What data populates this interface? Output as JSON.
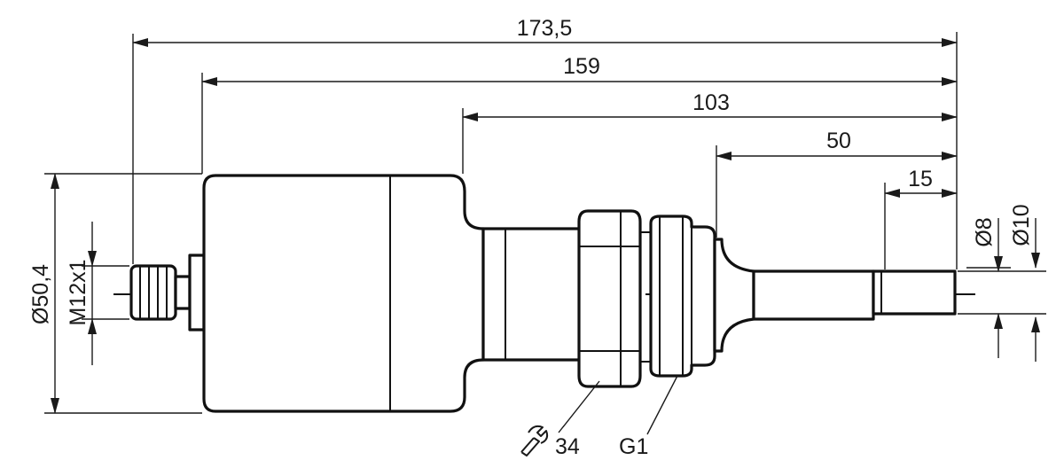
{
  "dimensions": {
    "overall_length": "173,5",
    "length_159": "159",
    "length_103": "103",
    "length_50": "50",
    "tip_length": "15",
    "body_diameter": "Ø50,4",
    "connector_thread": "M12x1",
    "tip_diameter_small": "Ø8",
    "tip_diameter_large": "Ø10"
  },
  "callouts": {
    "wrench_size": "34",
    "process_thread": "G1"
  },
  "colors": {
    "line": "#1a1a1a",
    "background": "#ffffff"
  },
  "icons": {
    "wrench": "wrench-icon"
  }
}
